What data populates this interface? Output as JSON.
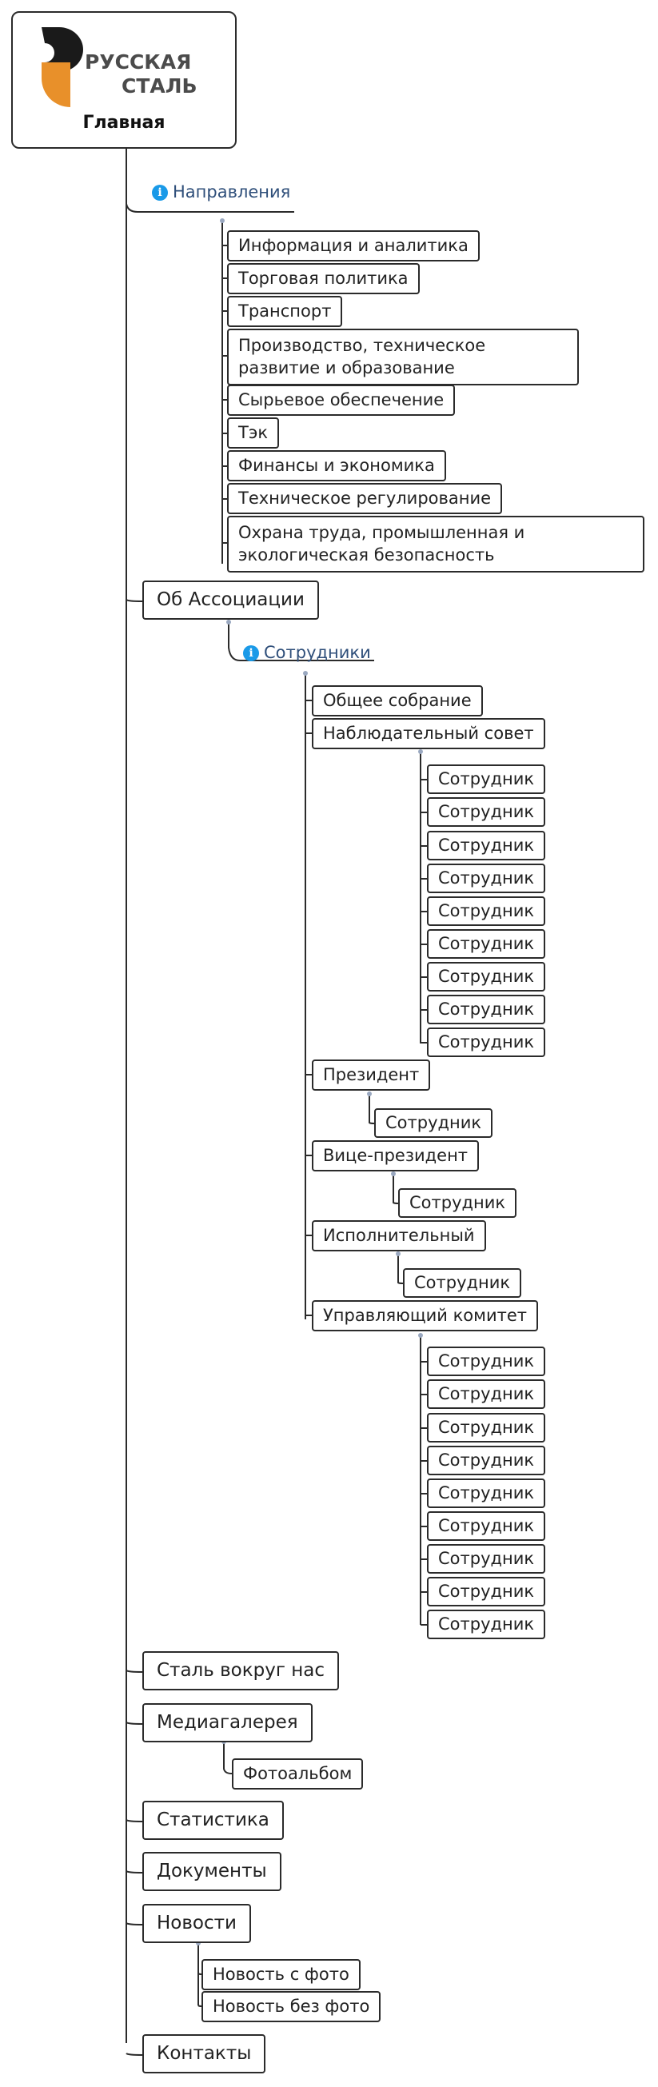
{
  "colors": {
    "line": "#2b2b2b",
    "info_icon": "#1a9ae8",
    "logo_orange": "#e8902a",
    "logo_black": "#1a1a1a",
    "topic_text": "#2f4f7a"
  },
  "root": {
    "brand_line1": "РУССКАЯ",
    "brand_line2": "СТАЛЬ",
    "title": "Главная"
  },
  "napravleniya": {
    "label": "Направления",
    "items": [
      "Информация и аналитика",
      "Торговая политика",
      "Транспорт",
      "Производство, техническое развитие и образование",
      "Сырьевое обеспечение",
      "Тэк",
      "Финансы и экономика",
      "Техническое регулирование",
      "Охрана труда, промышленная и экологическая безопасность"
    ]
  },
  "ob_assotsiatsii": {
    "label": "Об Ассоциации",
    "sotrudniki": {
      "label": "Сотрудники",
      "groups": {
        "obshchee_sobranie": "Общее собрание",
        "nablyudatelnyi_sovet": "Наблюдательный совет",
        "prezident": "Президент",
        "vitse_prezident": "Вице-президент",
        "ispolnitelnyi": "Исполнительный",
        "upravlyayushchii_komitet": "Управляющий комитет"
      },
      "employee_label": "Сотрудник"
    }
  },
  "stal_vokrug_nas": "Сталь вокруг нас",
  "mediagalereya": {
    "label": "Медиагалерея",
    "fotoalbom": "Фотоальбом"
  },
  "statistika": "Статистика",
  "dokumenty": "Документы",
  "novosti": {
    "label": "Новости",
    "s_foto": "Новость с фото",
    "bez_foto": "Новость без фото"
  },
  "kontakty": "Контакты"
}
